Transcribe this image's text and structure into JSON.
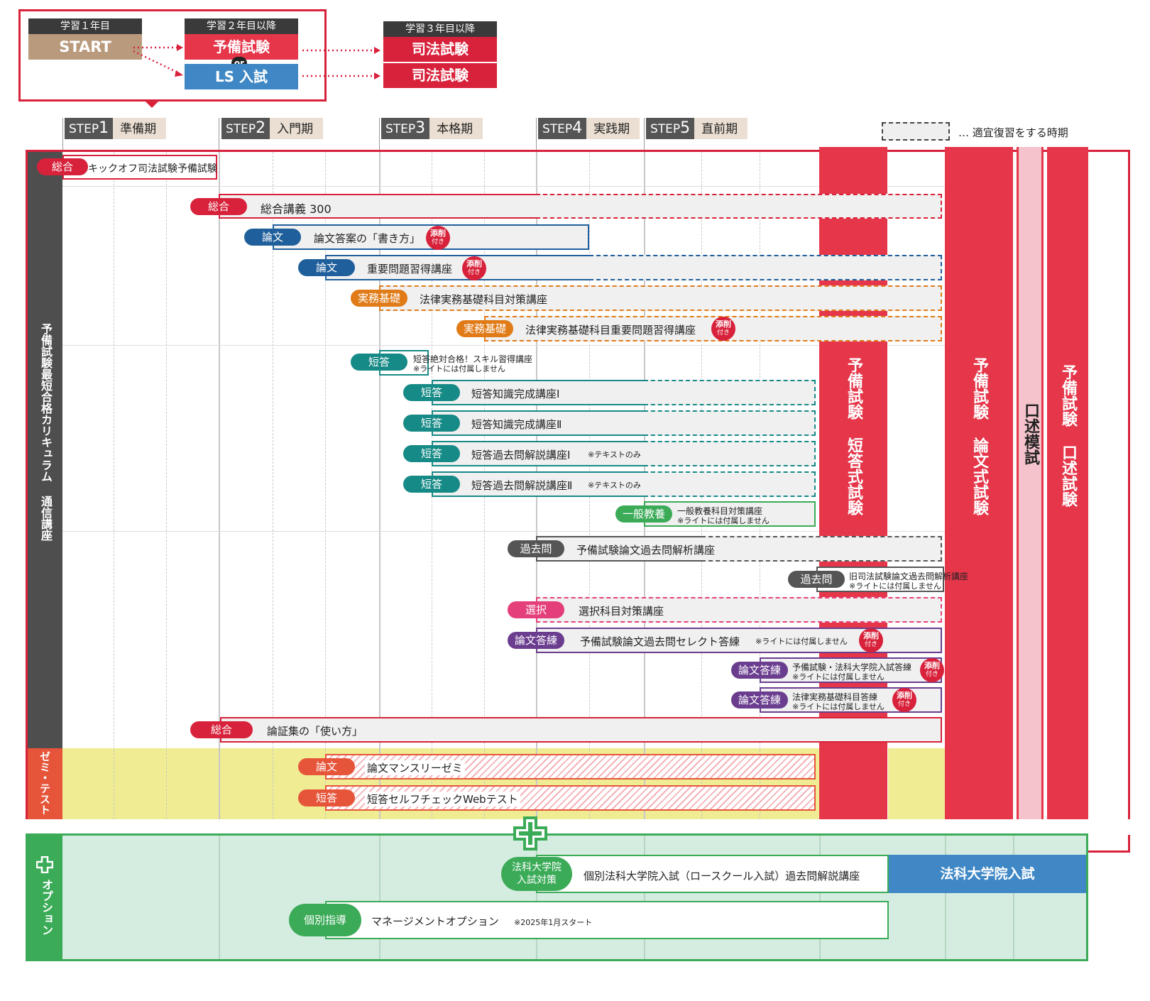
{
  "flow": {
    "y1_head": "学習１年目",
    "y1_body": "START",
    "y2_head": "学習２年目以降",
    "y2_body1": "予備試験",
    "or": "or",
    "y2_body2": "LS 入試",
    "y3_head": "学習３年目以降",
    "y3_body1": "司法試験",
    "y3_body2": "司法試験"
  },
  "steps": [
    {
      "word": "STEP",
      "num": "1",
      "label": "準備期"
    },
    {
      "word": "STEP",
      "num": "2",
      "label": "入門期"
    },
    {
      "word": "STEP",
      "num": "3",
      "label": "本格期"
    },
    {
      "word": "STEP",
      "num": "4",
      "label": "実践期"
    },
    {
      "word": "STEP",
      "num": "5",
      "label": "直前期"
    }
  ],
  "legend": "… 適宜復習をする時期",
  "sidebar": {
    "main": "予備試験最短合格カリキュラム 通信講座",
    "zemi": "ゼミ・テスト",
    "option": "オプション"
  },
  "exams": {
    "tanto": "予備試験 短答式試験",
    "ronbun": "予備試験 論文式試験",
    "koju_mock": "口述模試",
    "koju": "予備試験 口述試験",
    "ls": "法科大学院入試"
  },
  "tensaku": {
    "top": "添削",
    "bottom": "付き"
  },
  "rows": [
    {
      "tag": "総合",
      "label": "キックオフ司法試験予備試験"
    },
    {
      "tag": "総合",
      "label": "総合講義 300"
    },
    {
      "tag": "論文",
      "label": "論文答案の「書き方」"
    },
    {
      "tag": "論文",
      "label": "重要問題習得講座"
    },
    {
      "tag": "実務基礎",
      "label": "法律実務基礎科目対策講座"
    },
    {
      "tag": "実務基礎",
      "label": "法律実務基礎科目重要問題習得講座"
    },
    {
      "tag": "短答",
      "label": "短答絶対合格！スキル習得講座",
      "note": "※ライトには付属しません"
    },
    {
      "tag": "短答",
      "label": "短答知識完成講座Ⅰ"
    },
    {
      "tag": "短答",
      "label": "短答知識完成講座Ⅱ"
    },
    {
      "tag": "短答",
      "label": "短答過去問解説講座Ⅰ",
      "note": "※テキストのみ"
    },
    {
      "tag": "短答",
      "label": "短答過去問解説講座Ⅱ",
      "note": "※テキストのみ"
    },
    {
      "tag": "一般教養",
      "label": "一般教養科目対策講座",
      "note": "※ライトには付属しません"
    },
    {
      "tag": "過去問",
      "label": "予備試験論文過去問解析講座"
    },
    {
      "tag": "過去問",
      "label": "旧司法試験論文過去問解析講座",
      "note": "※ライトには付属しません"
    },
    {
      "tag": "選択",
      "label": "選択科目対策講座"
    },
    {
      "tag": "論文答練",
      "label": "予備試験論文過去問セレクト答練",
      "note": "※ライトには付属しません"
    },
    {
      "tag": "論文答練",
      "label": "予備試験・法科大学院入試答練",
      "note": "※ライトには付属しません"
    },
    {
      "tag": "論文答練",
      "label": "法律実務基礎科目答練",
      "note": "※ライトには付属しません"
    },
    {
      "tag": "総合",
      "label": "論証集の「使い方」"
    },
    {
      "tag": "論文",
      "label": "論文マンスリーゼミ"
    },
    {
      "tag": "短答",
      "label": "短答セルフチェックWebテスト"
    },
    {
      "tag": "法科大学院\n入試対策",
      "label": "個別法科大学院入試（ロースクール入試）過去問解説講座"
    },
    {
      "tag": "個別指導",
      "label": "マネージメントオプション",
      "note": "※2025年1月スタート"
    }
  ],
  "colors": {
    "red": "#d8213a",
    "blue": "#1f5f9c",
    "orange": "#e07b18",
    "teal": "#168a86",
    "green": "#3bab58",
    "gray": "#555555",
    "pink": "#e43f7a",
    "purple": "#6a3d8f",
    "yellow": "#efec93",
    "option_bg": "#d5ece0"
  }
}
